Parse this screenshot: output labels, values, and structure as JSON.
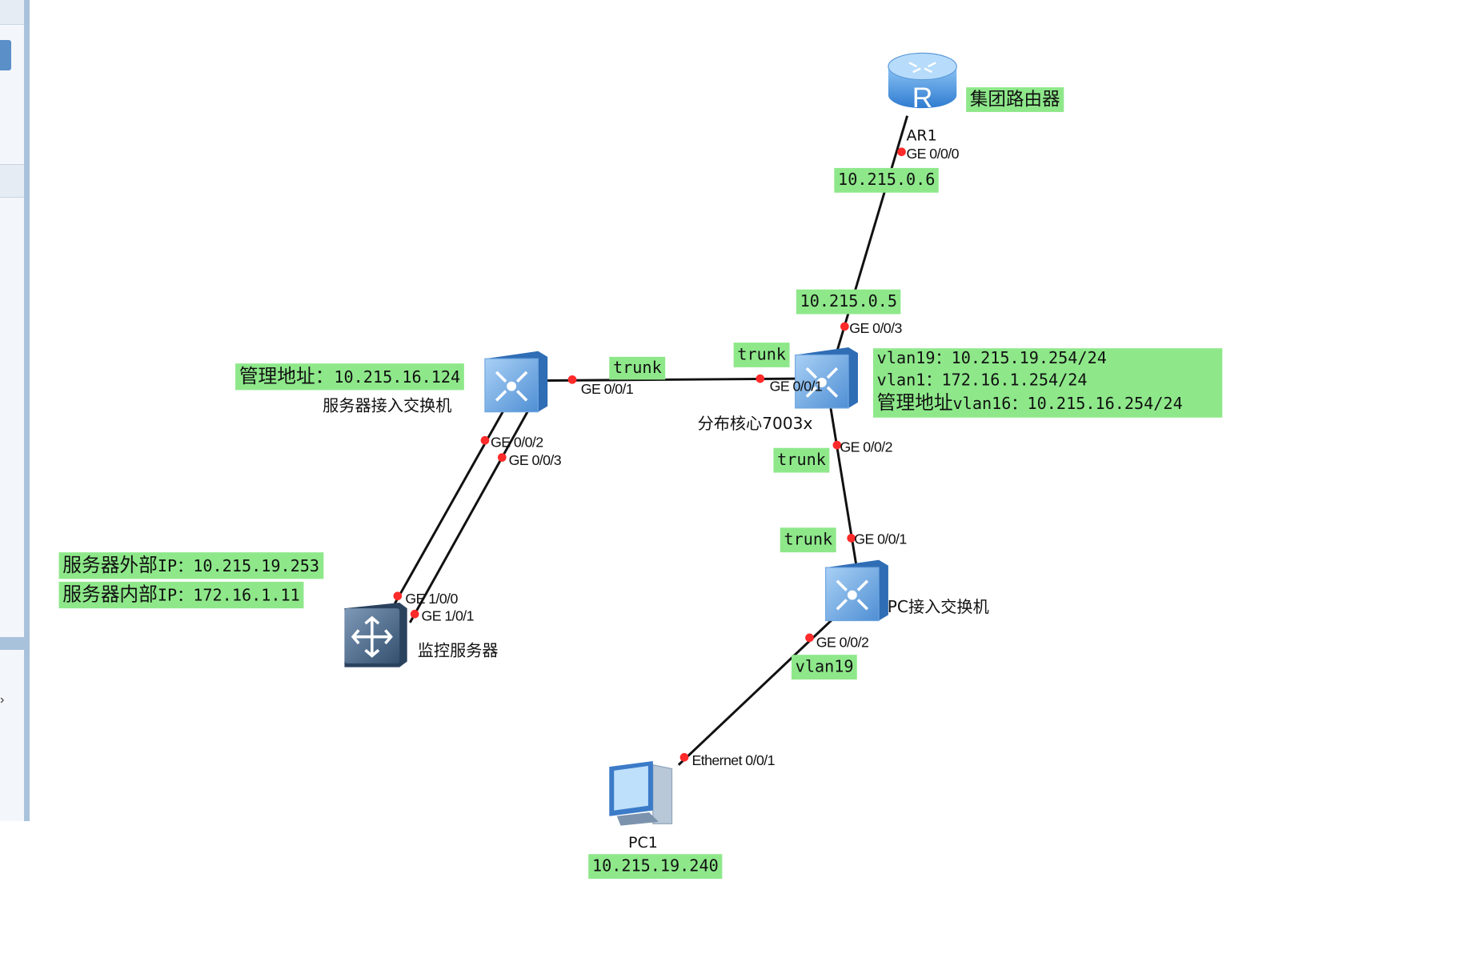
{
  "devices": {
    "router": {
      "name": "AR1",
      "tag": "集团路由器",
      "icon": "router-icon",
      "ip": "10.215.0.6",
      "port": "GE 0/0/0"
    },
    "core": {
      "name": "分布核心7003x",
      "icon": "core-switch-icon",
      "uplink_ip": "10.215.0.5",
      "uplink_port": "GE 0/0/3",
      "port_left": "GE 0/0/1",
      "port_down": "GE 0/0/2",
      "vlans": [
        "vlan19：10.215.19.254/24",
        "vlan1：172.16.1.254/24"
      ],
      "mgmt_prefix": "管理地址",
      "mgmt_value": "vlan16：10.215.16.254/24"
    },
    "server_switch": {
      "name": "服务器接入交换机",
      "mgmt_prefix": "管理地址：",
      "mgmt_value": "10.215.16.124",
      "port_up": "GE 0/0/1",
      "port_a": "GE 0/0/2",
      "port_b": "GE 0/0/3"
    },
    "monitor_server": {
      "name": "监控服务器",
      "port_a": "GE 1/0/0",
      "port_b": "GE 1/0/1",
      "ext_prefix": "服务器外部",
      "ext_value": "IP：10.215.19.253",
      "int_prefix": "服务器内部",
      "int_value": "IP：172.16.1.11"
    },
    "pc_switch": {
      "name": "PC接入交换机",
      "port_up": "GE 0/0/1",
      "port_down": "GE 0/0/2",
      "vlan": "vlan19"
    },
    "pc": {
      "name": "PC1",
      "port": "Ethernet 0/0/1",
      "ip": "10.215.19.240"
    }
  },
  "links": {
    "trunk_label": "trunk"
  },
  "colors": {
    "label_bg": "#8ee88a",
    "port_dot": "#ff2a2a",
    "switch_blue": "#4d8fd6"
  },
  "sidebar": {
    "arrow": "›"
  }
}
